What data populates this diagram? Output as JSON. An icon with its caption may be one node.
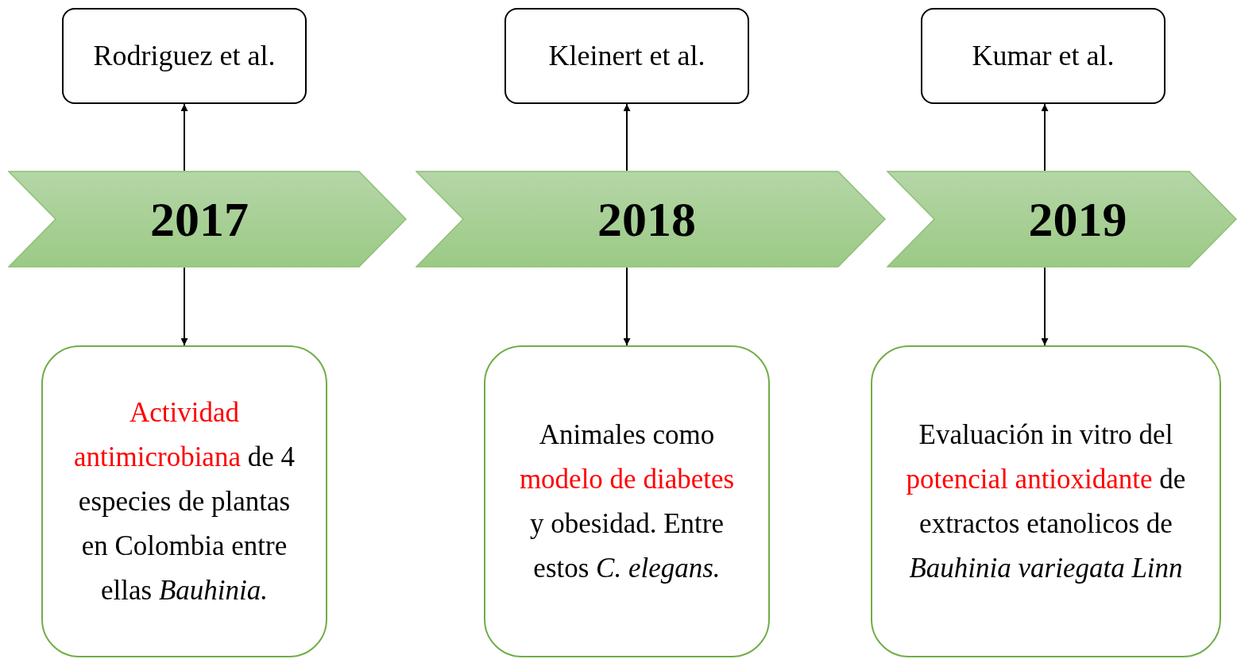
{
  "diagram": {
    "nodes": [
      {
        "text": [
          "Rodriguez et al."
        ]
      },
      {
        "text": [
          "Kleinert et al."
        ]
      },
      {
        "text": [
          "Kumar et al."
        ]
      },
      {
        "text": [
          "2017"
        ]
      },
      {
        "text": [
          "2018"
        ]
      },
      {
        "text": [
          "2019"
        ]
      },
      {
        "text": [
          "**Actividad antimicrobiana** de 4 especies de plantas en Colombia entre ellas *Bauhinia.*"
        ]
      },
      {
        "text": [
          "Animales como **modelo de diabetes** y obesidad. Entre estos *C. elegans.*"
        ]
      },
      {
        "text": [
          "Evaluación in vitro del **potencial antioxidante** de extractos etanolicos de *Bauhinia variegata Linn*"
        ]
      }
    ],
    "edges": [
      {
        "from": 3,
        "to": 0,
        "arrow": "to"
      },
      {
        "from": 3,
        "to": 6,
        "arrow": "to"
      },
      {
        "from": 4,
        "to": 1,
        "arrow": "to"
      },
      {
        "from": 4,
        "to": 7,
        "arrow": "to"
      },
      {
        "from": 5,
        "to": 2,
        "arrow": "to"
      },
      {
        "from": 5,
        "to": 8,
        "arrow": "to"
      }
    ]
  }
}
